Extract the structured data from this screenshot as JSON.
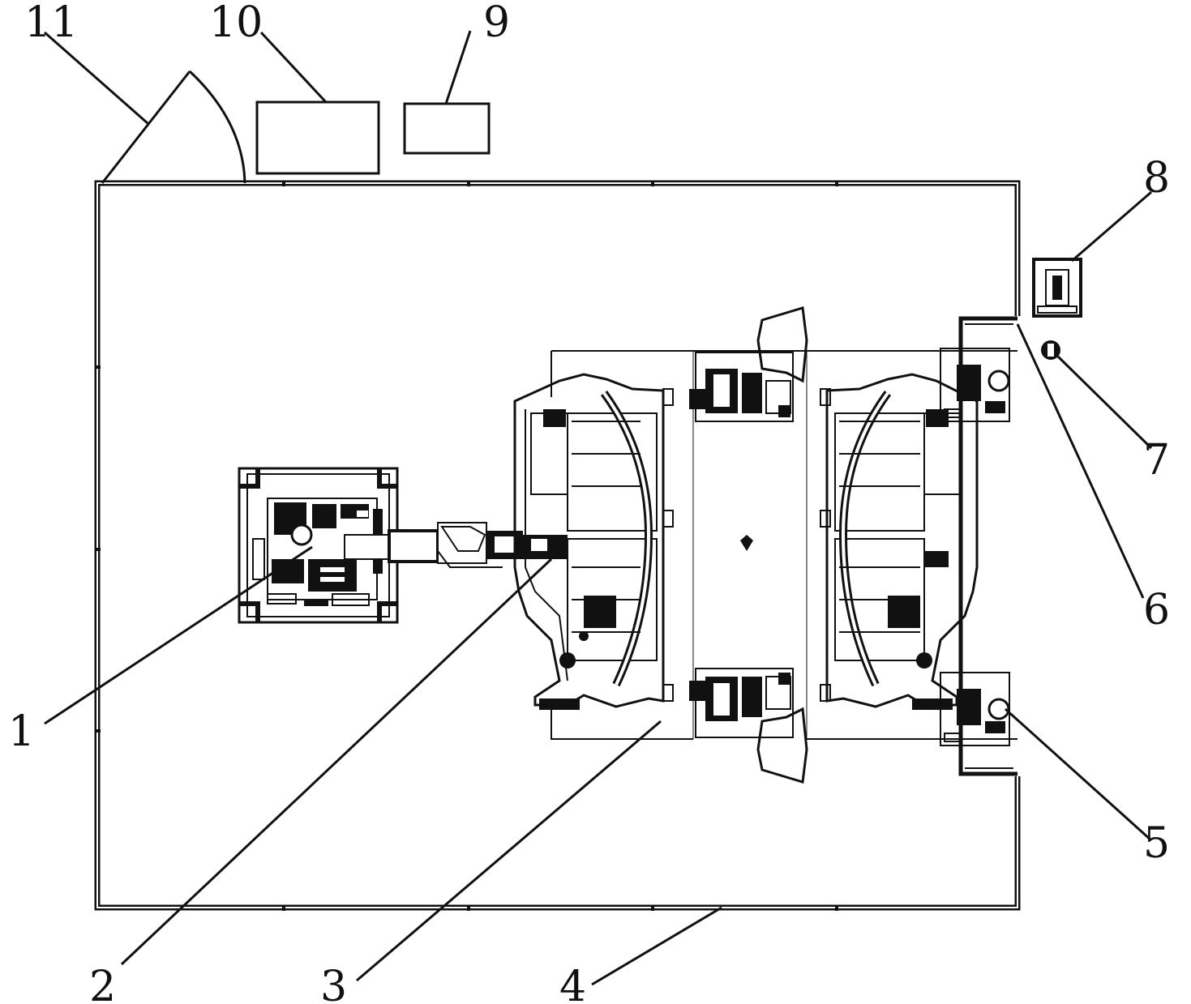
{
  "figure": {
    "labels": [
      "1",
      "2",
      "3",
      "4",
      "5",
      "6",
      "7",
      "8",
      "9",
      "10",
      "11"
    ]
  },
  "colors": {
    "line": "#111111",
    "background": "#ffffff"
  }
}
